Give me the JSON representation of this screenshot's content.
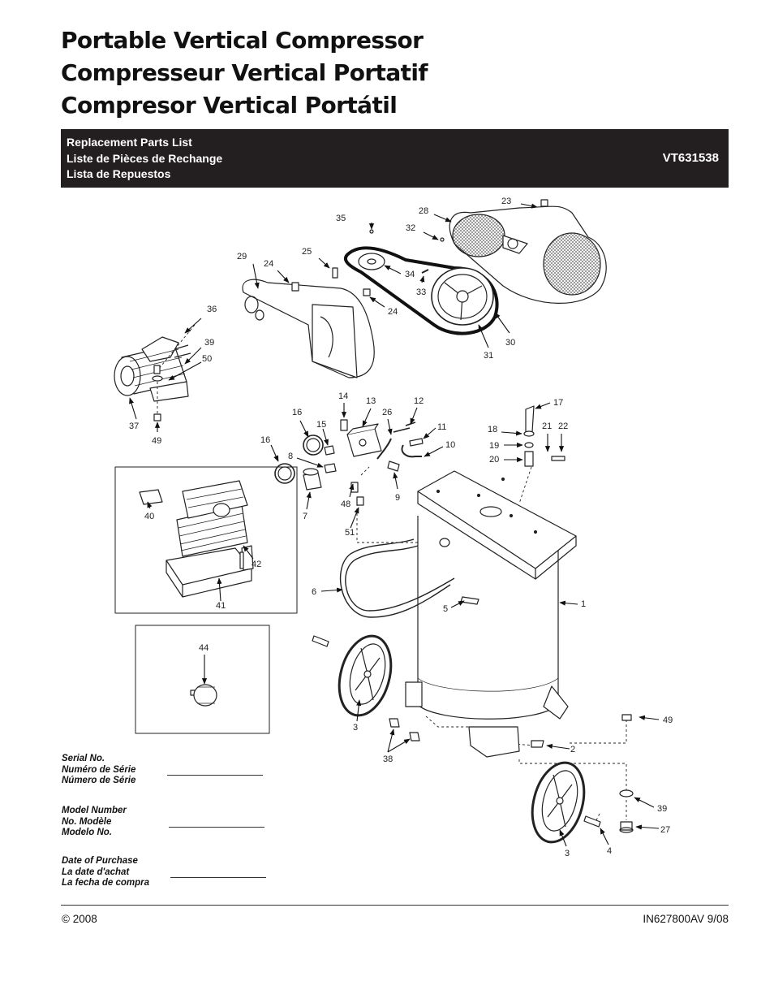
{
  "title": {
    "line1": "Portable Vertical Compressor",
    "line2": "Compresseur Vertical Portatif",
    "line3": "Compresor Vertical Portátil"
  },
  "banner": {
    "line1": "Replacement Parts List",
    "line2": "Liste de Pièces de Rechange",
    "line3": "Lista de Repuestos",
    "model": "VT631538"
  },
  "diagram": {
    "part_labels": [
      "23",
      "28",
      "35",
      "32",
      "29",
      "24",
      "25",
      "34",
      "33",
      "24",
      "36",
      "39",
      "50",
      "31",
      "30",
      "37",
      "49",
      "14",
      "13",
      "12",
      "17",
      "16",
      "15",
      "26",
      "11",
      "18",
      "21",
      "22",
      "16",
      "8",
      "10",
      "19",
      "20",
      "40",
      "7",
      "48",
      "9",
      "51",
      "42",
      "41",
      "6",
      "5",
      "1",
      "44",
      "3",
      "49",
      "38",
      "2",
      "39",
      "27",
      "3",
      "4"
    ]
  },
  "form": {
    "serial": [
      "Serial No.",
      "Numéro de Série",
      "Número de Série"
    ],
    "model": [
      "Model Number",
      "No. Modèle",
      "Modelo No."
    ],
    "date": [
      "Date of Purchase",
      "La date d'achat",
      "La fecha de compra"
    ]
  },
  "footer": {
    "copyright": "© 2008",
    "doc_code": "IN627800AV  9/08"
  }
}
